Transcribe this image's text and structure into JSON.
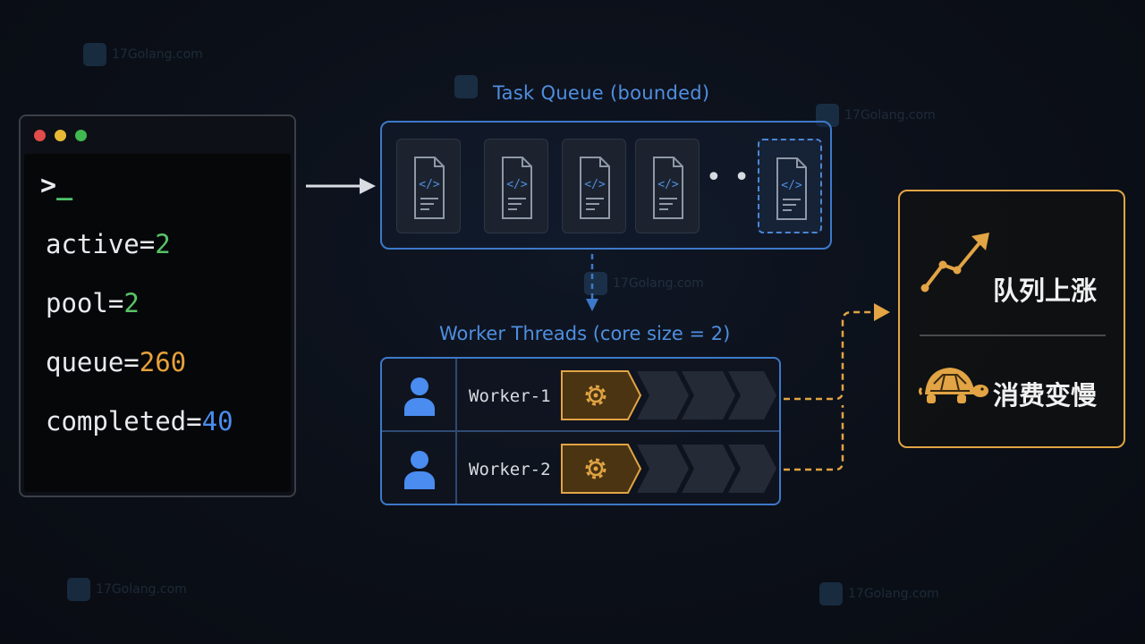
{
  "terminal": {
    "prompt_symbol": ">",
    "cursor": "_",
    "lines": [
      {
        "key": "active=",
        "value": "2"
      },
      {
        "key": "pool=",
        "value": "2"
      },
      {
        "key": "queue=",
        "value": "260"
      },
      {
        "key": "completed=",
        "value": "40"
      }
    ],
    "dot_colors": [
      "#e24c4b",
      "#e8b935",
      "#3fb950"
    ]
  },
  "queue": {
    "title": "Task Queue  (bounded)",
    "ellipsis": "• • •",
    "task_icon": "code-file-icon"
  },
  "workers": {
    "title": "Worker Threads (core size = 2)",
    "rows": [
      {
        "name": "Worker-1"
      },
      {
        "name": "Worker-2"
      }
    ]
  },
  "result": {
    "rising_label": "队列上涨",
    "slow_label": "消费变慢",
    "accent": "#e2a444"
  },
  "watermark": {
    "text": "17Golang.com"
  },
  "colors": {
    "blue": "#3d79c9",
    "orange": "#e2a444",
    "green": "#58c267"
  }
}
